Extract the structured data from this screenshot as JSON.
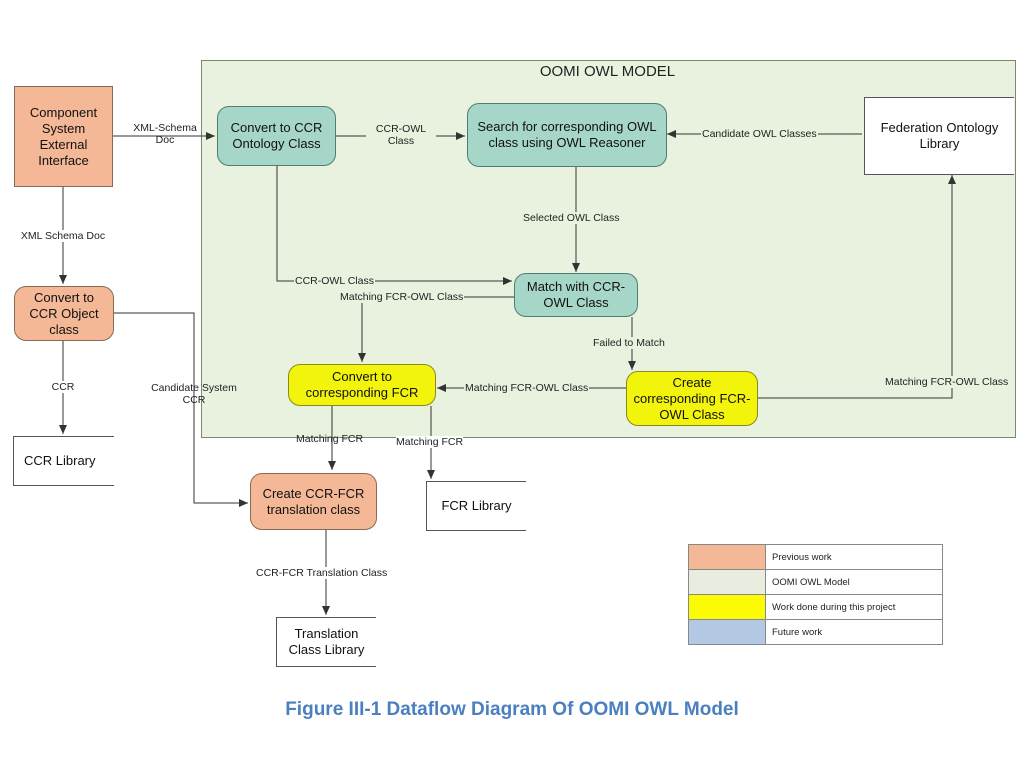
{
  "region": {
    "title": "OOMI OWL MODEL"
  },
  "nodes": {
    "component_system": "Component System External Interface",
    "convert_ccr_object": "Convert to CCR Object class",
    "ccr_library": "CCR Library",
    "convert_ccr_ontology": "Convert to CCR Ontology Class",
    "search_owl": "Search for corresponding OWL class using OWL Reasoner",
    "federation_library": "Federation Ontology Library",
    "match_ccr_owl": "Match with CCR-OWL Class",
    "convert_fcr": "Convert to corresponding FCR",
    "create_fcr_owl": "Create corresponding FCR-OWL Class",
    "create_translation": "Create CCR-FCR translation class",
    "fcr_library": "FCR Library",
    "translation_library": "Translation Class Library"
  },
  "edge_labels": {
    "xml_schema_doc_top": "XML-Schema Doc",
    "xml_schema_doc": "XML Schema Doc",
    "ccr": "CCR",
    "candidate_system_ccr": "Candidate System CCR",
    "ccr_owl_class_top": "CCR-OWL Class",
    "candidate_owl_classes": "Candidate OWL Classes",
    "selected_owl_class": "Selected OWL Class",
    "ccr_owl_class": "CCR-OWL Class",
    "matching_fcr_owl_class_1": "Matching FCR-OWL Class",
    "failed_to_match": "Failed to Match",
    "matching_fcr_owl_class_2": "Matching FCR-OWL Class",
    "matching_fcr_owl_class_3": "Matching FCR-OWL Class",
    "matching_fcr_1": "Matching FCR",
    "matching_fcr_2": "Matching FCR",
    "ccr_fcr_translation_class": "CCR-FCR Translation Class"
  },
  "legend": [
    {
      "label": "Previous work",
      "color": "#f4b897"
    },
    {
      "label": "OOMI OWL Model",
      "color": "#e8eddf"
    },
    {
      "label": "Work done during this project",
      "color": "#fbfb05"
    },
    {
      "label": "Future work",
      "color": "#b3c8e2"
    }
  ],
  "caption": "Figure III-1 Dataflow Diagram Of OOMI OWL Model"
}
